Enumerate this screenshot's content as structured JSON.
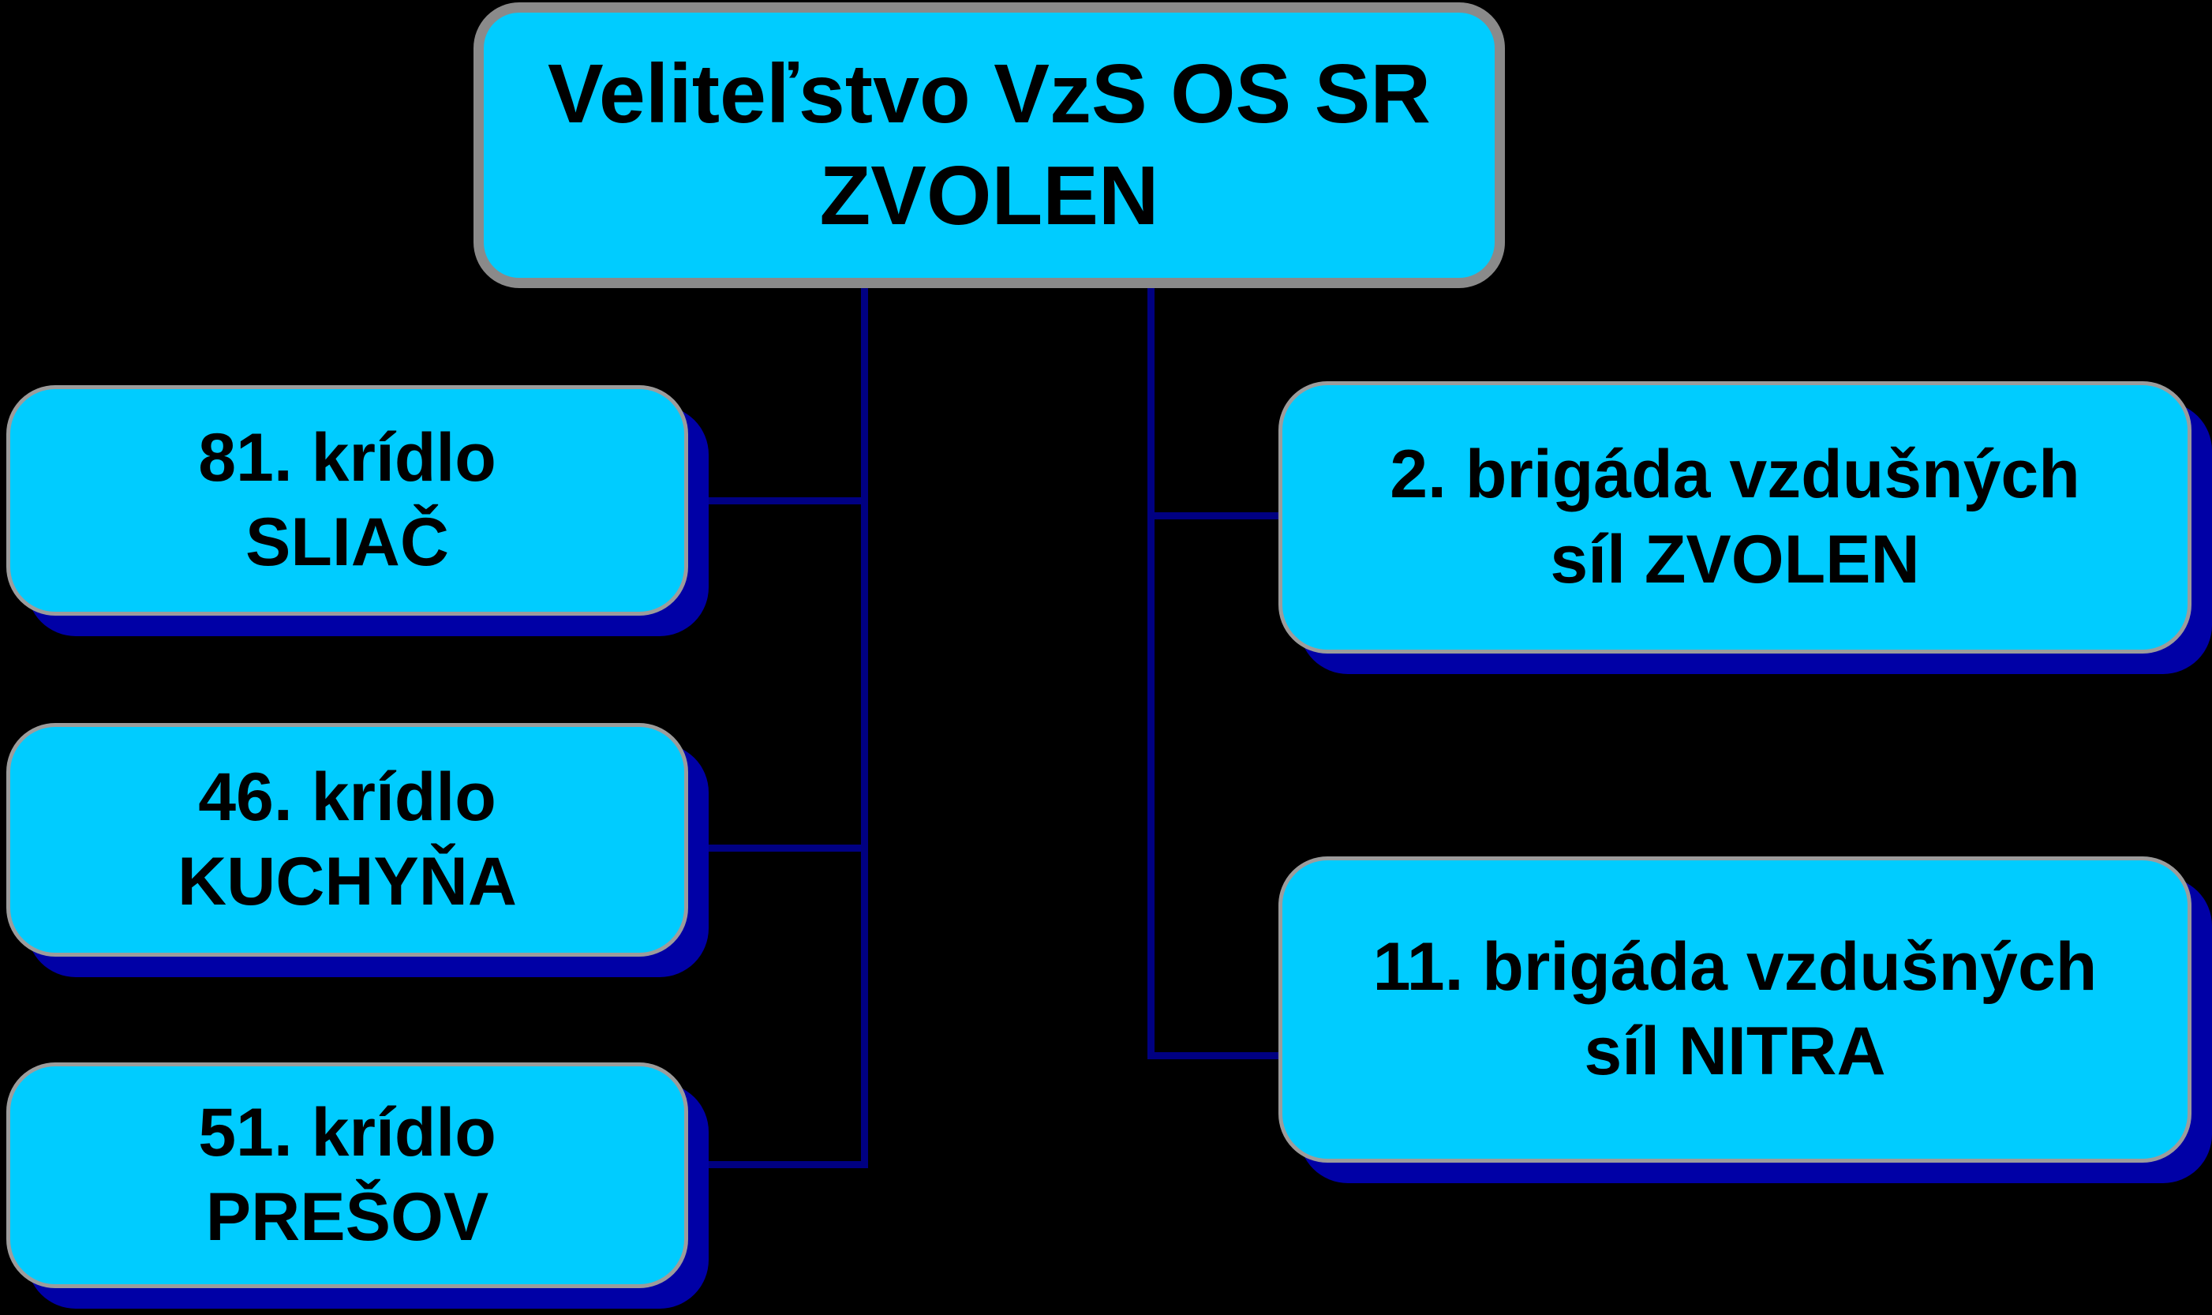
{
  "diagram": {
    "root_node": {
      "line1": "Veliteľstvo VzS OS SR",
      "line2": "ZVOLEN"
    },
    "left_nodes": [
      {
        "line1": "81. krídlo",
        "line2": "SLIAČ"
      },
      {
        "line1": "46. krídlo",
        "line2": "KUCHYŇA"
      },
      {
        "line1": "51. krídlo",
        "line2": "PREŠOV"
      }
    ],
    "right_nodes": [
      {
        "line1": "2. brigáda vzdušných",
        "line2": "síl ZVOLEN"
      },
      {
        "line1": "11. brigáda vzdušných",
        "line2": "síl NITRA"
      }
    ],
    "colors": {
      "background": "#000000",
      "node_fill": "#00CCFF",
      "root_border": "#8A8A8A",
      "node_border": "#9C9C9C",
      "shadow": "#0000A6",
      "connector": "#000082",
      "text": "#000000"
    }
  }
}
